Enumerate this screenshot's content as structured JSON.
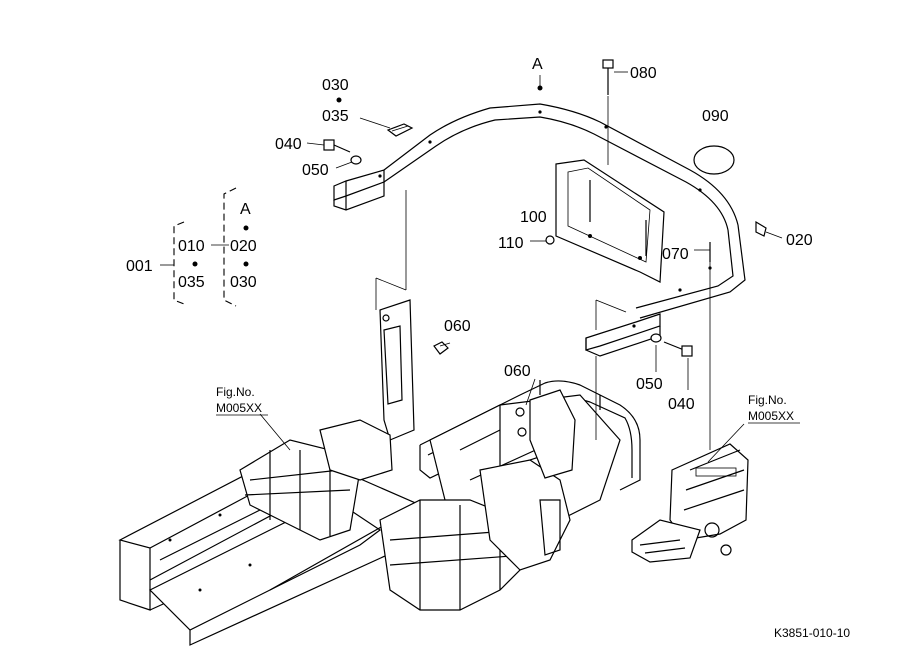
{
  "parts": {
    "p030_top": "030",
    "p035_top": "035",
    "p040_left": "040",
    "p050_left": "050",
    "ref_a_top": "A",
    "p080": "080",
    "p090": "090",
    "p100": "100",
    "p110": "110",
    "p070": "070",
    "p020": "020",
    "p060_right": "060",
    "p060_center": "060",
    "p050_right": "050",
    "p040_right": "040"
  },
  "group": {
    "assembly": "001",
    "item010": "010",
    "item035": "035",
    "ref_a": "A",
    "item020": "020",
    "item030": "030"
  },
  "figrefs": {
    "left_title": "Fig.No.",
    "left_code": "M005XX",
    "right_title": "Fig.No.",
    "right_code": "M005XX"
  },
  "drawing_number": "K3851-010-10"
}
